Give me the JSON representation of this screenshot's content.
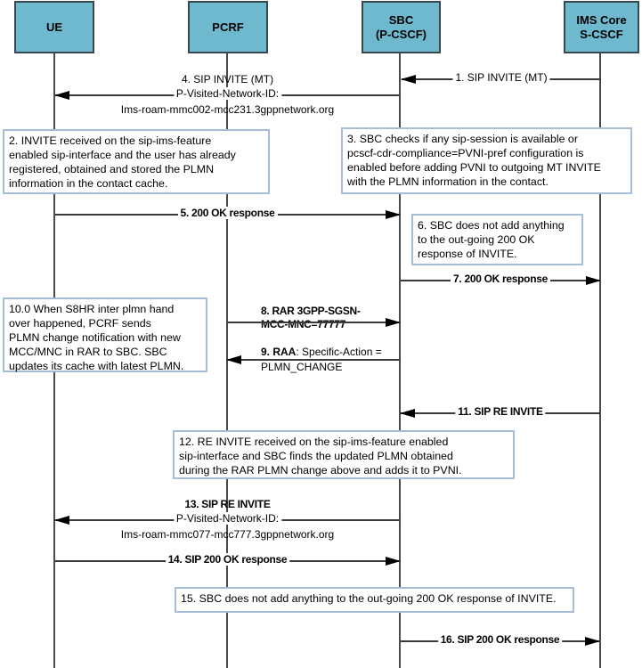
{
  "diagram_type": "sip-call-flow-sequence-diagram",
  "colors": {
    "participant_fill": "#6FB9CF",
    "participant_border": "#36474F",
    "note_border": "#A7BDD7",
    "note_fill": "#FFFFFF",
    "line": "#3A3A3A",
    "arrowhead": "#000000",
    "text": "#000000"
  },
  "participants": [
    {
      "label": "UE"
    },
    {
      "label": "PCRF"
    },
    {
      "label": "SBC",
      "sublabel": "(P-CSCF)"
    },
    {
      "label": "IMS Core",
      "sublabel": "S-CSCF"
    }
  ],
  "notes": [
    {
      "id": "2",
      "lines": [
        "2. INVITE received on the sip-ims-feature",
        "enabled sip-interface and the user has already",
        "registered, obtained and stored the PLMN",
        "information in the contact cache."
      ]
    },
    {
      "id": "3",
      "lines": [
        "3. SBC checks if any sip-session is available or",
        "pcscf-cdr-compliance=PVNI-pref configuration is",
        "enabled before adding PVNI to outgoing MT INVITE",
        "with the PLMN information in the contact."
      ]
    },
    {
      "id": "6",
      "lines": [
        "6. SBC does not add anything",
        "to the out-going 200 OK",
        "response of INVITE."
      ]
    },
    {
      "id": "10.0",
      "lines": [
        "10.0 When S8HR inter plmn hand",
        "over happened, PCRF sends",
        "PLMN change notification with new",
        "MCC/MNC in RAR to SBC. SBC",
        "updates its cache with latest PLMN."
      ]
    },
    {
      "id": "12",
      "lines": [
        "12. RE INVITE received on the sip-ims-feature enabled",
        "sip-interface and SBC finds the updated PLMN obtained",
        "during the RAR PLMN change above and adds it to PVNI."
      ]
    },
    {
      "id": "15",
      "lines": [
        "15. SBC does not add anything to the out-going 200 OK response of INVITE."
      ]
    }
  ],
  "messages": [
    {
      "num": "1",
      "label": "1. SIP INVITE (MT)",
      "from": "IMS Core S-CSCF",
      "to": "SBC (P-CSCF)"
    },
    {
      "num": "4",
      "label": "4. SIP INVITE (MT)",
      "header": "P-Visited-Network-ID:",
      "value": "Ims-roam-mmc002-mcc231.3gppnetwork.org",
      "from": "SBC (P-CSCF)",
      "to": "UE"
    },
    {
      "num": "5",
      "label": "5. 200 OK response",
      "from": "UE",
      "to": "SBC (P-CSCF)"
    },
    {
      "num": "7",
      "label": "7. 200 OK response",
      "from": "SBC (P-CSCF)",
      "to": "IMS Core S-CSCF"
    },
    {
      "num": "8",
      "label_line1": "8. RAR 3GPP-SGSN-",
      "label_line2": "MCC-MNC=77777",
      "from": "PCRF",
      "to": "SBC (P-CSCF)"
    },
    {
      "num": "9",
      "label_bold": "9. RAA",
      "label_rest": ": Specific-Action =",
      "label_line2": "PLMN_CHANGE",
      "from": "SBC (P-CSCF)",
      "to": "PCRF"
    },
    {
      "num": "11",
      "label": "11. SIP RE INVITE",
      "from": "IMS Core S-CSCF",
      "to": "SBC (P-CSCF)"
    },
    {
      "num": "13",
      "label": "13. SIP RE INVITE",
      "header": "P-Visited-Network-ID:",
      "value": "Ims-roam-mmc077-mcc777.3gppnetwork.org",
      "from": "SBC (P-CSCF)",
      "to": "UE"
    },
    {
      "num": "14",
      "label": "14. SIP 200 OK response",
      "from": "UE",
      "to": "SBC (P-CSCF)"
    },
    {
      "num": "16",
      "label": "16. SIP 200 OK response",
      "from": "SBC (P-CSCF)",
      "to": "IMS Core S-CSCF"
    }
  ]
}
